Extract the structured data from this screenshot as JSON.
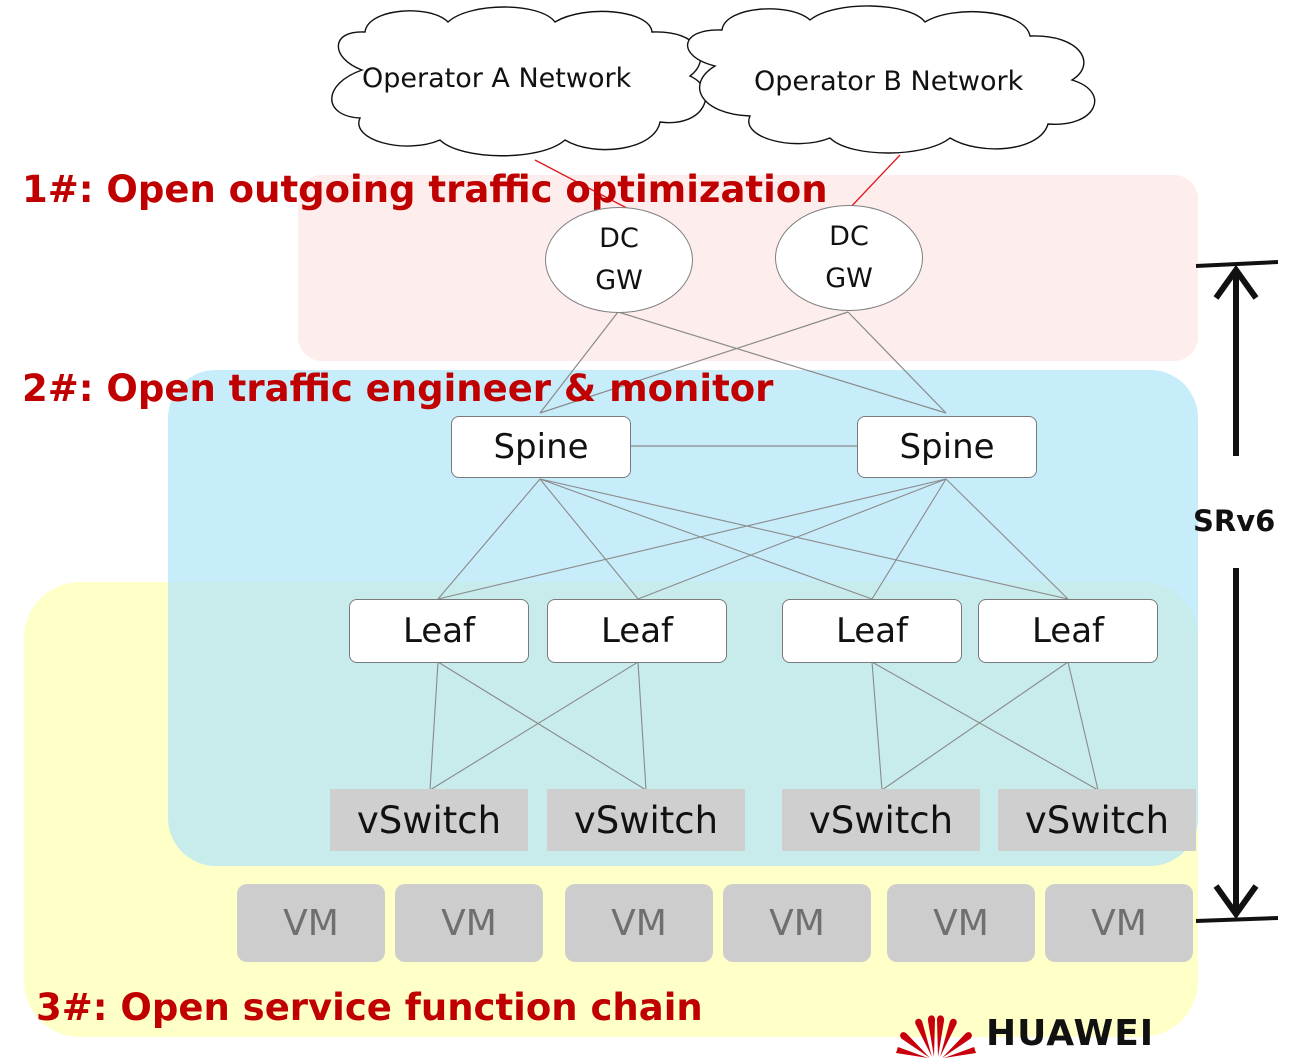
{
  "clouds": [
    {
      "label": "Operator A Network"
    },
    {
      "label": "Operator B Network"
    }
  ],
  "headings": {
    "open_outgoing": "1#: Open outgoing traffic optimization",
    "open_te": "2#: Open traffic engineer & monitor",
    "open_sfc": "3#: Open service function chain"
  },
  "gateways": [
    {
      "line1": "DC",
      "line2": "GW"
    },
    {
      "line1": "DC",
      "line2": "GW"
    }
  ],
  "spines": [
    "Spine",
    "Spine"
  ],
  "leaves": [
    "Leaf",
    "Leaf",
    "Leaf",
    "Leaf"
  ],
  "vswitches": [
    "vSwitch",
    "vSwitch",
    "vSwitch",
    "vSwitch"
  ],
  "vms": [
    "VM",
    "VM",
    "VM",
    "VM",
    "VM",
    "VM"
  ],
  "srv6_label": "SRv6",
  "logo": {
    "text": "HUAWEI",
    "color": "#c7000b"
  },
  "colors": {
    "heading": "#c00000",
    "zone_outgoing": "#fad6d6",
    "zone_te": "#b2e4f8",
    "zone_sfc": "#ffffbc",
    "link": "#8a8a8a",
    "operator_link": "#e0161b"
  }
}
